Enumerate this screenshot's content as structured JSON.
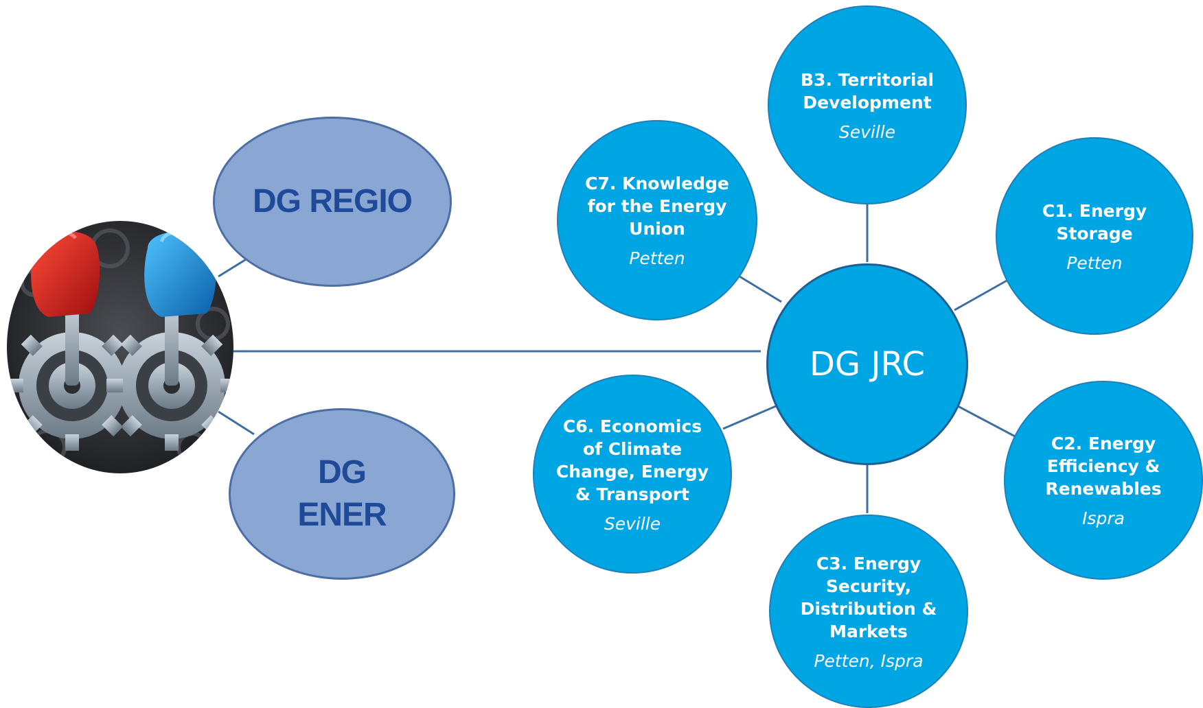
{
  "partners": [
    {
      "id": "regio",
      "label": "DG REGIO"
    },
    {
      "id": "ener",
      "label": "DG\nENER"
    }
  ],
  "center": {
    "label": "DG JRC"
  },
  "units": [
    {
      "title": "B3. Territorial\nDevelopment",
      "location": "Seville"
    },
    {
      "title": "C1. Energy\nStorage",
      "location": "Petten"
    },
    {
      "title": "C2. Energy\nEfficiency &\nRenewables",
      "location": "Ispra"
    },
    {
      "title": "C3. Energy\nSecurity,\nDistribution &\nMarkets",
      "location": "Petten, Ispra"
    },
    {
      "title": "C6. Economics\nof Climate\nChange, Energy\n& Transport",
      "location": "Seville"
    },
    {
      "title": "C7. Knowledge\nfor the Energy\nUnion",
      "location": "Petten"
    }
  ],
  "colors": {
    "unit_fill": "#00a5e3",
    "dg_fill": "#89a7d2",
    "dg_text": "#1f4a99",
    "connector": "#3d6da3"
  },
  "image": {
    "icon": "boxing-gloves-on-gears-icon"
  }
}
